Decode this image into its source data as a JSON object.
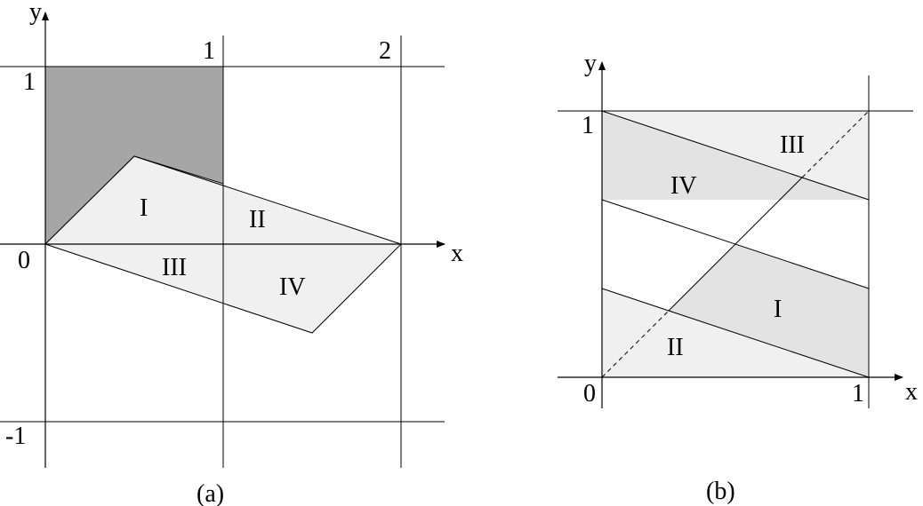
{
  "colors": {
    "dark_fill": "#a6a6a6",
    "light_fill": "#f0f0f0",
    "mid_fill": "#e3e3e3",
    "line": "#000000"
  },
  "panel_a": {
    "caption": "(a)",
    "x_axis_label": "x",
    "y_axis_label": "y",
    "tick_x_1": "1",
    "tick_x_2": "2",
    "tick_y_1": "1",
    "tick_y_minus1": "-1",
    "origin": "0",
    "region_I": "I",
    "region_II": "II",
    "region_III": "III",
    "region_IV": "IV"
  },
  "panel_b": {
    "caption": "(b)",
    "x_axis_label": "x",
    "y_axis_label": "y",
    "tick_x_1": "1",
    "tick_y_1": "1",
    "origin": "0",
    "region_I": "I",
    "region_II": "II",
    "region_III": "III",
    "region_IV": "IV"
  }
}
